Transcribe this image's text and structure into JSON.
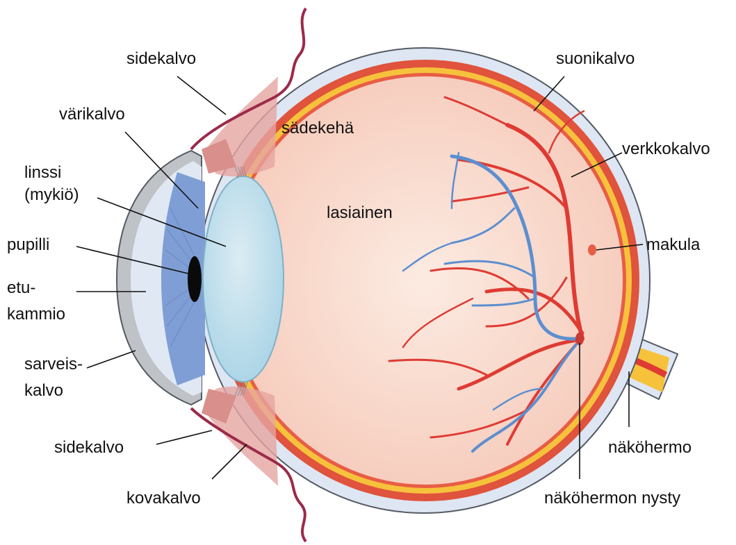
{
  "labels": {
    "sidekalvo_top": "sidekalvo",
    "varikalvo": "värikalvo",
    "linssi_1": "linssi",
    "linssi_2": "(mykiö)",
    "pupilli": "pupilli",
    "etukammio_1": "etu-",
    "etukammio_2": "kammio",
    "sarveiskalvo_1": "sarveis-",
    "sarveiskalvo_2": "kalvo",
    "sidekalvo_bottom": "sidekalvo",
    "kovakalvo": "kovakalvo",
    "sadekeha": "sädekehä",
    "lasiainen": "lasiainen",
    "suonikalvo": "suonikalvo",
    "verkkokalvo": "verkkokalvo",
    "makula": "makula",
    "nakohermo": "näköhermo",
    "nakohermon_nysty": "näköhermon nysty"
  },
  "colors": {
    "sclera": "#dde6f2",
    "choroid": "#e0533c",
    "retina": "#f6c23c",
    "vitreous": "#f6cbbb",
    "vitreous_light": "#fcebe2",
    "cornea": "#bfc2c6",
    "anterior_chamber": "#dfe8f3",
    "iris": "#7f9ed6",
    "lens": "#a9d4e6",
    "ciliary": "#e6a5a0",
    "artery": "#df3b33",
    "vein": "#5c8fd0",
    "conjunctiva": "#9c2a4a",
    "outline": "#555a63"
  }
}
